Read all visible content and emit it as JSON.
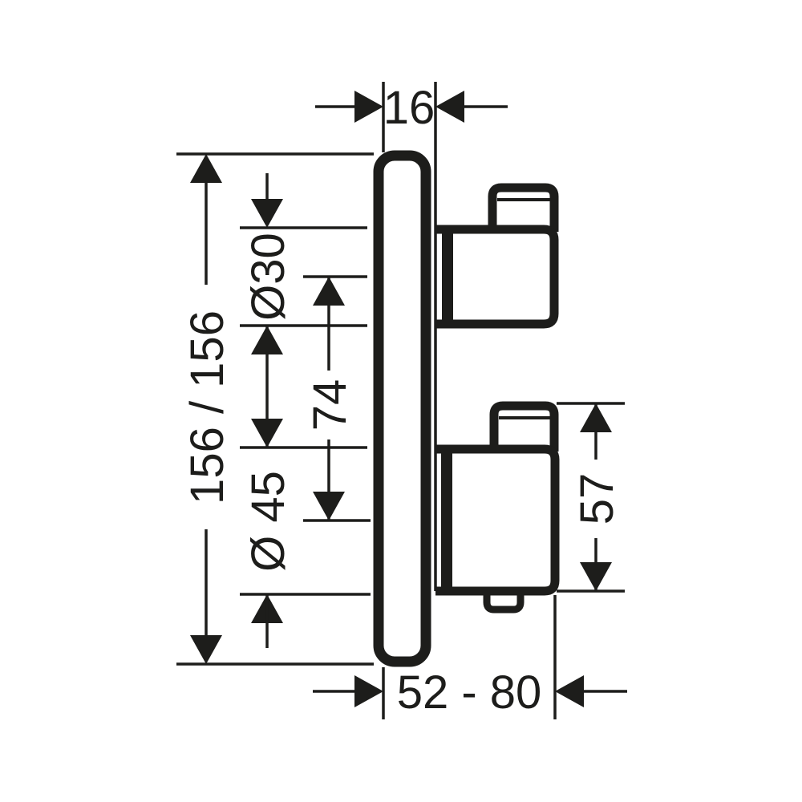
{
  "drawing": {
    "colors": {
      "ink": "#1d1d1b",
      "background": "#ffffff"
    },
    "dimensions": {
      "plate_thickness": {
        "label": "16"
      },
      "plate_height": {
        "label": "156 / 156"
      },
      "upper_handle_diameter": {
        "label": "Ø30"
      },
      "handle_spacing": {
        "label": "74"
      },
      "lower_handle_diameter": {
        "label": "Ø 45"
      },
      "lower_handle_height": {
        "label": "57"
      },
      "installation_depth_range": {
        "label": "52 - 80"
      }
    }
  }
}
